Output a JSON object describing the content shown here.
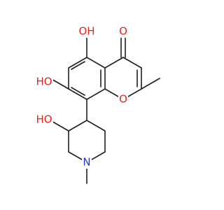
{
  "molecule": {
    "colors": {
      "bond": "#1f1f1f",
      "oxygen": "#e8231a",
      "nitrogen": "#2436d9",
      "background": "#ffffff"
    },
    "labels": {
      "ho_5": "OH",
      "ketone_o": "O",
      "ho_7": "HO",
      "ring_o": "O",
      "ho_3": "HO",
      "amine_n": "N"
    }
  }
}
